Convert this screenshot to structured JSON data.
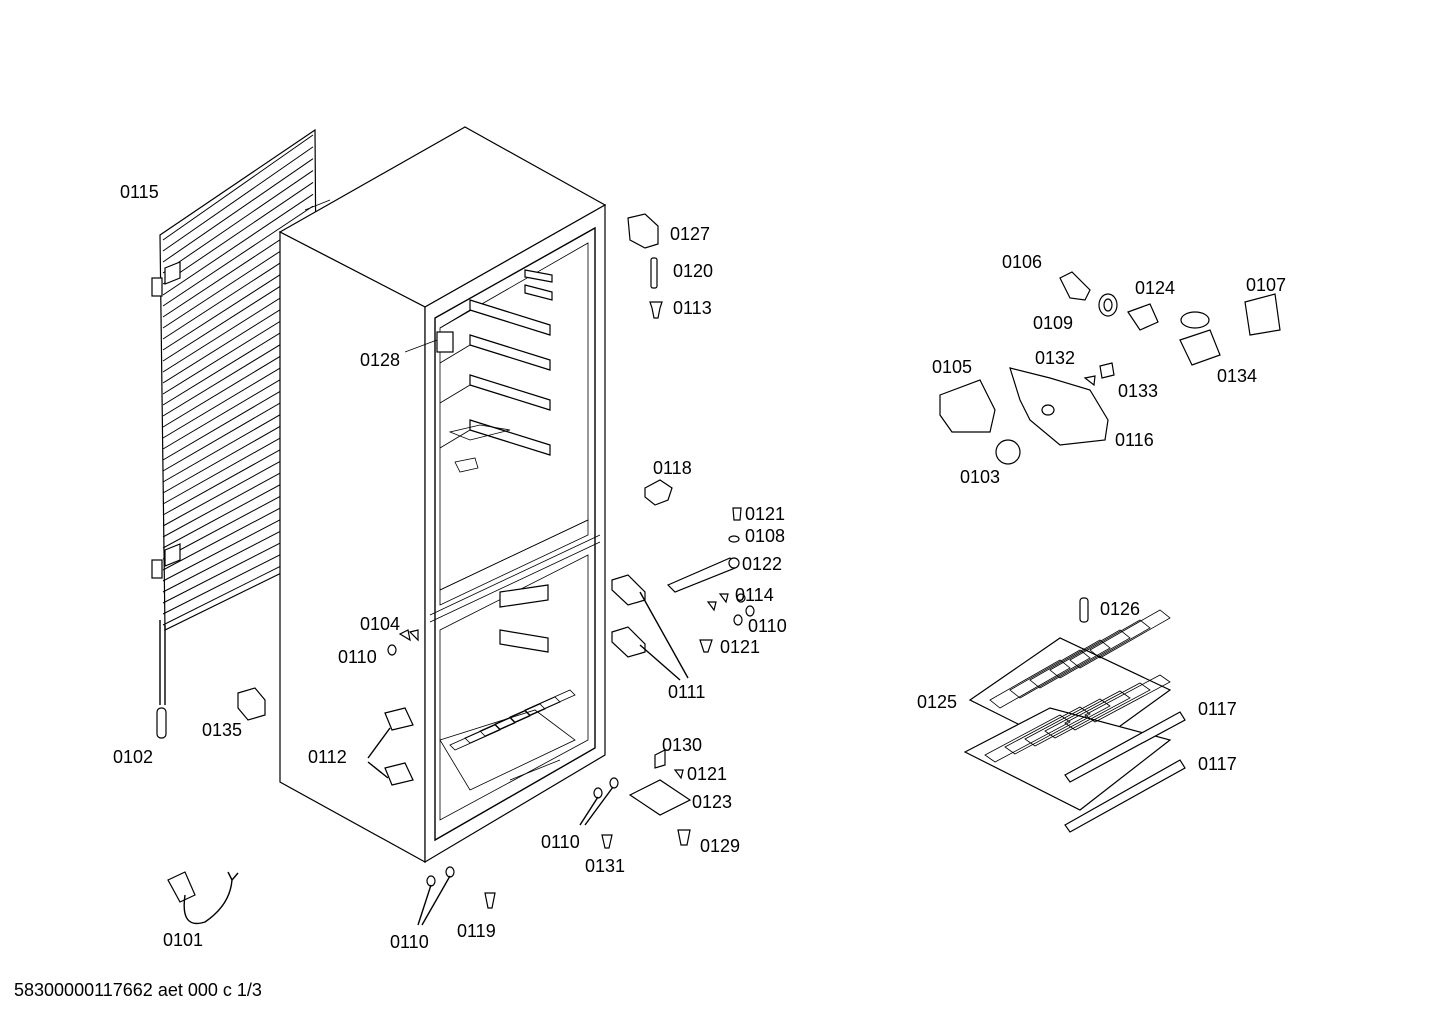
{
  "diagram": {
    "document_id": "58300000117662 aet 000 c 1/3",
    "labels": [
      {
        "id": "l0115",
        "text": "0115"
      },
      {
        "id": "l0128",
        "text": "0128"
      },
      {
        "id": "l0127",
        "text": "0127"
      },
      {
        "id": "l0120",
        "text": "0120"
      },
      {
        "id": "l0113",
        "text": "0113"
      },
      {
        "id": "l0118",
        "text": "0118"
      },
      {
        "id": "l0121a",
        "text": "0121"
      },
      {
        "id": "l0108",
        "text": "0108"
      },
      {
        "id": "l0122",
        "text": "0122"
      },
      {
        "id": "l0114",
        "text": "0114"
      },
      {
        "id": "l0110a",
        "text": "0110"
      },
      {
        "id": "l0121b",
        "text": "0121"
      },
      {
        "id": "l0111",
        "text": "0111"
      },
      {
        "id": "l0104",
        "text": "0104"
      },
      {
        "id": "l0110b",
        "text": "0110"
      },
      {
        "id": "l0135",
        "text": "0135"
      },
      {
        "id": "l0102",
        "text": "0102"
      },
      {
        "id": "l0112",
        "text": "0112"
      },
      {
        "id": "l0130",
        "text": "0130"
      },
      {
        "id": "l0121c",
        "text": "0121"
      },
      {
        "id": "l0123",
        "text": "0123"
      },
      {
        "id": "l0110c",
        "text": "0110"
      },
      {
        "id": "l0131",
        "text": "0131"
      },
      {
        "id": "l0129",
        "text": "0129"
      },
      {
        "id": "l0101",
        "text": "0101"
      },
      {
        "id": "l0110d",
        "text": "0110"
      },
      {
        "id": "l0119",
        "text": "0119"
      },
      {
        "id": "l0106",
        "text": "0106"
      },
      {
        "id": "l0109",
        "text": "0109"
      },
      {
        "id": "l0124",
        "text": "0124"
      },
      {
        "id": "l0107",
        "text": "0107"
      },
      {
        "id": "l0105",
        "text": "0105"
      },
      {
        "id": "l0132",
        "text": "0132"
      },
      {
        "id": "l0133",
        "text": "0133"
      },
      {
        "id": "l0134",
        "text": "0134"
      },
      {
        "id": "l0116",
        "text": "0116"
      },
      {
        "id": "l0103",
        "text": "0103"
      },
      {
        "id": "l0126",
        "text": "0126"
      },
      {
        "id": "l0125",
        "text": "0125"
      },
      {
        "id": "l0117a",
        "text": "0117"
      },
      {
        "id": "l0117b",
        "text": "0117"
      }
    ]
  }
}
